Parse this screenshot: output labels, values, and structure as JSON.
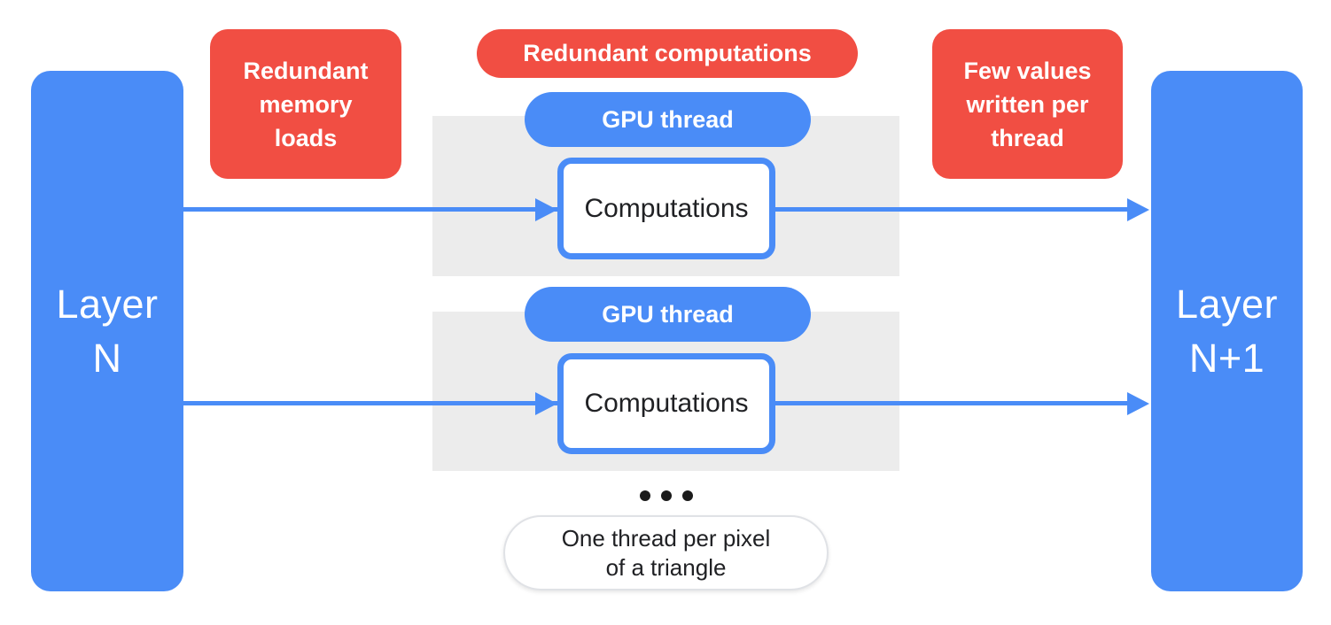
{
  "colors": {
    "blue": "#4A8CF7",
    "red": "#F14E43",
    "lane": "#ECECEC",
    "dark": "#202124",
    "note-border": "#E0E2E6"
  },
  "layers": {
    "left": "Layer\nN",
    "right": "Layer\nN+1"
  },
  "callouts": {
    "memory": "Redundant\nmemory\nloads",
    "compute": "Redundant computations",
    "writes": "Few values\nwritten per\nthread"
  },
  "threads": [
    {
      "label": "GPU thread",
      "box": "Computations"
    },
    {
      "label": "GPU thread",
      "box": "Computations"
    }
  ],
  "note": "One thread per pixel\nof a triangle"
}
